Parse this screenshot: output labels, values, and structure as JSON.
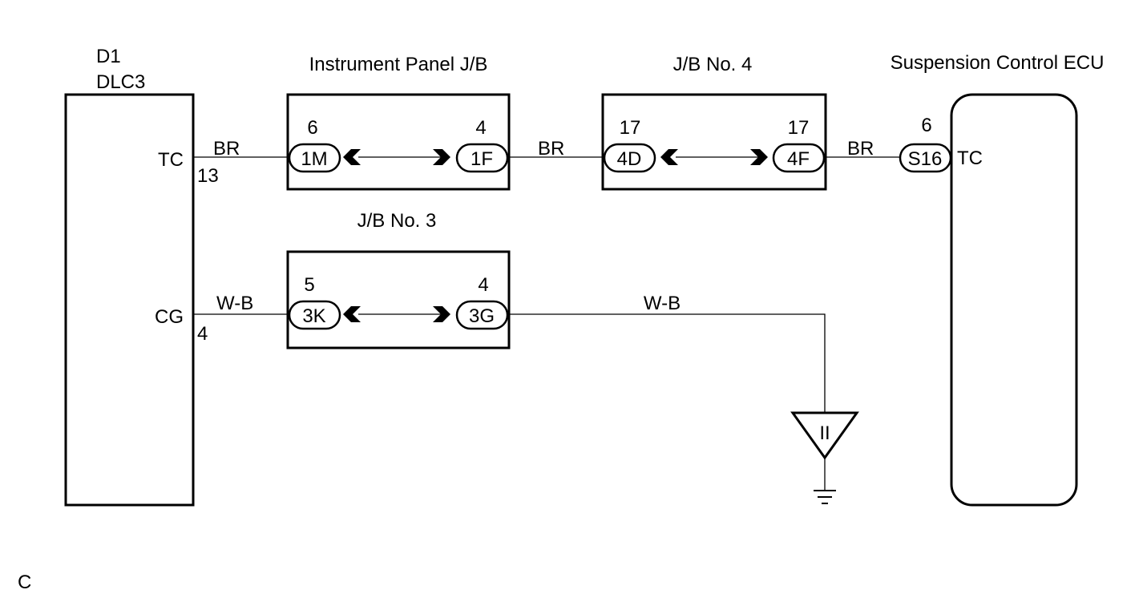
{
  "components": {
    "dlc3": {
      "id": "D1",
      "name": "DLC3",
      "pins": [
        {
          "name": "TC",
          "number": "13"
        },
        {
          "name": "CG",
          "number": "4"
        }
      ]
    },
    "ip_jb": {
      "title": "Instrument Panel J/B",
      "left": {
        "conn": "1M",
        "pin": "6"
      },
      "right": {
        "conn": "1F",
        "pin": "4"
      }
    },
    "jb4": {
      "title": "J/B No. 4",
      "left": {
        "conn": "4D",
        "pin": "17"
      },
      "right": {
        "conn": "4F",
        "pin": "17"
      }
    },
    "jb3": {
      "title": "J/B No. 3",
      "left": {
        "conn": "3K",
        "pin": "5"
      },
      "right": {
        "conn": "3G",
        "pin": "4"
      }
    },
    "ecu": {
      "title": "Suspension Control ECU",
      "conn": "S16",
      "pin": "6",
      "terminal": "TC"
    }
  },
  "wires": {
    "tc_dlc_to_ipjb": "BR",
    "tc_ipjb_to_jb4": "BR",
    "tc_jb4_to_ecu": "BR",
    "cg_dlc_to_jb3": "W-B",
    "cg_jb3_to_ground": "W-B"
  },
  "ground": {
    "point": "II"
  },
  "footer": {
    "code": "C"
  }
}
